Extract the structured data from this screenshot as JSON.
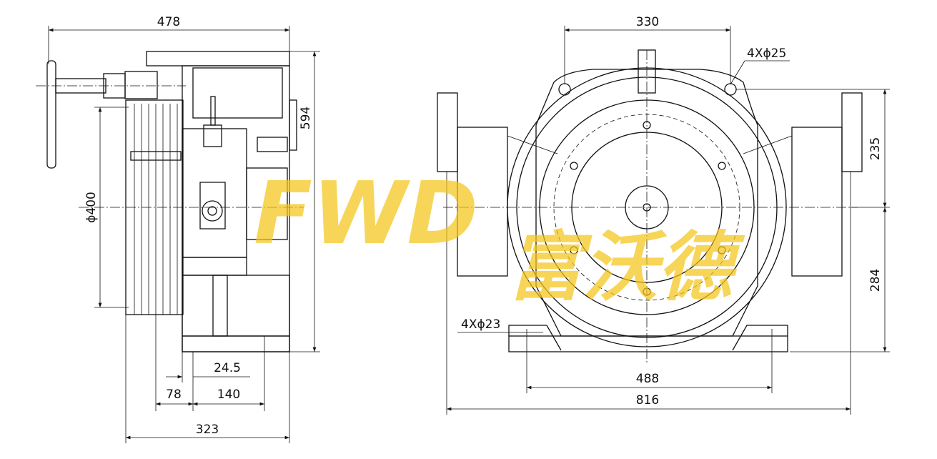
{
  "watermark": {
    "latin": "FWD",
    "chinese": "富沃德",
    "color": "#f5c518"
  },
  "side_view": {
    "dims": {
      "overall_width": "478",
      "height": "594",
      "sheave_diameter": "ϕ400",
      "offset_a": "24.5",
      "offset_b": "78",
      "offset_c": "140",
      "base_width": "323"
    }
  },
  "front_view": {
    "dims": {
      "top_hole_spacing": "330",
      "top_holes": "4Xϕ25",
      "upper_height": "235",
      "lower_height": "284",
      "base_holes": "4Xϕ23",
      "base_hole_spacing": "488",
      "overall_width": "816"
    }
  }
}
